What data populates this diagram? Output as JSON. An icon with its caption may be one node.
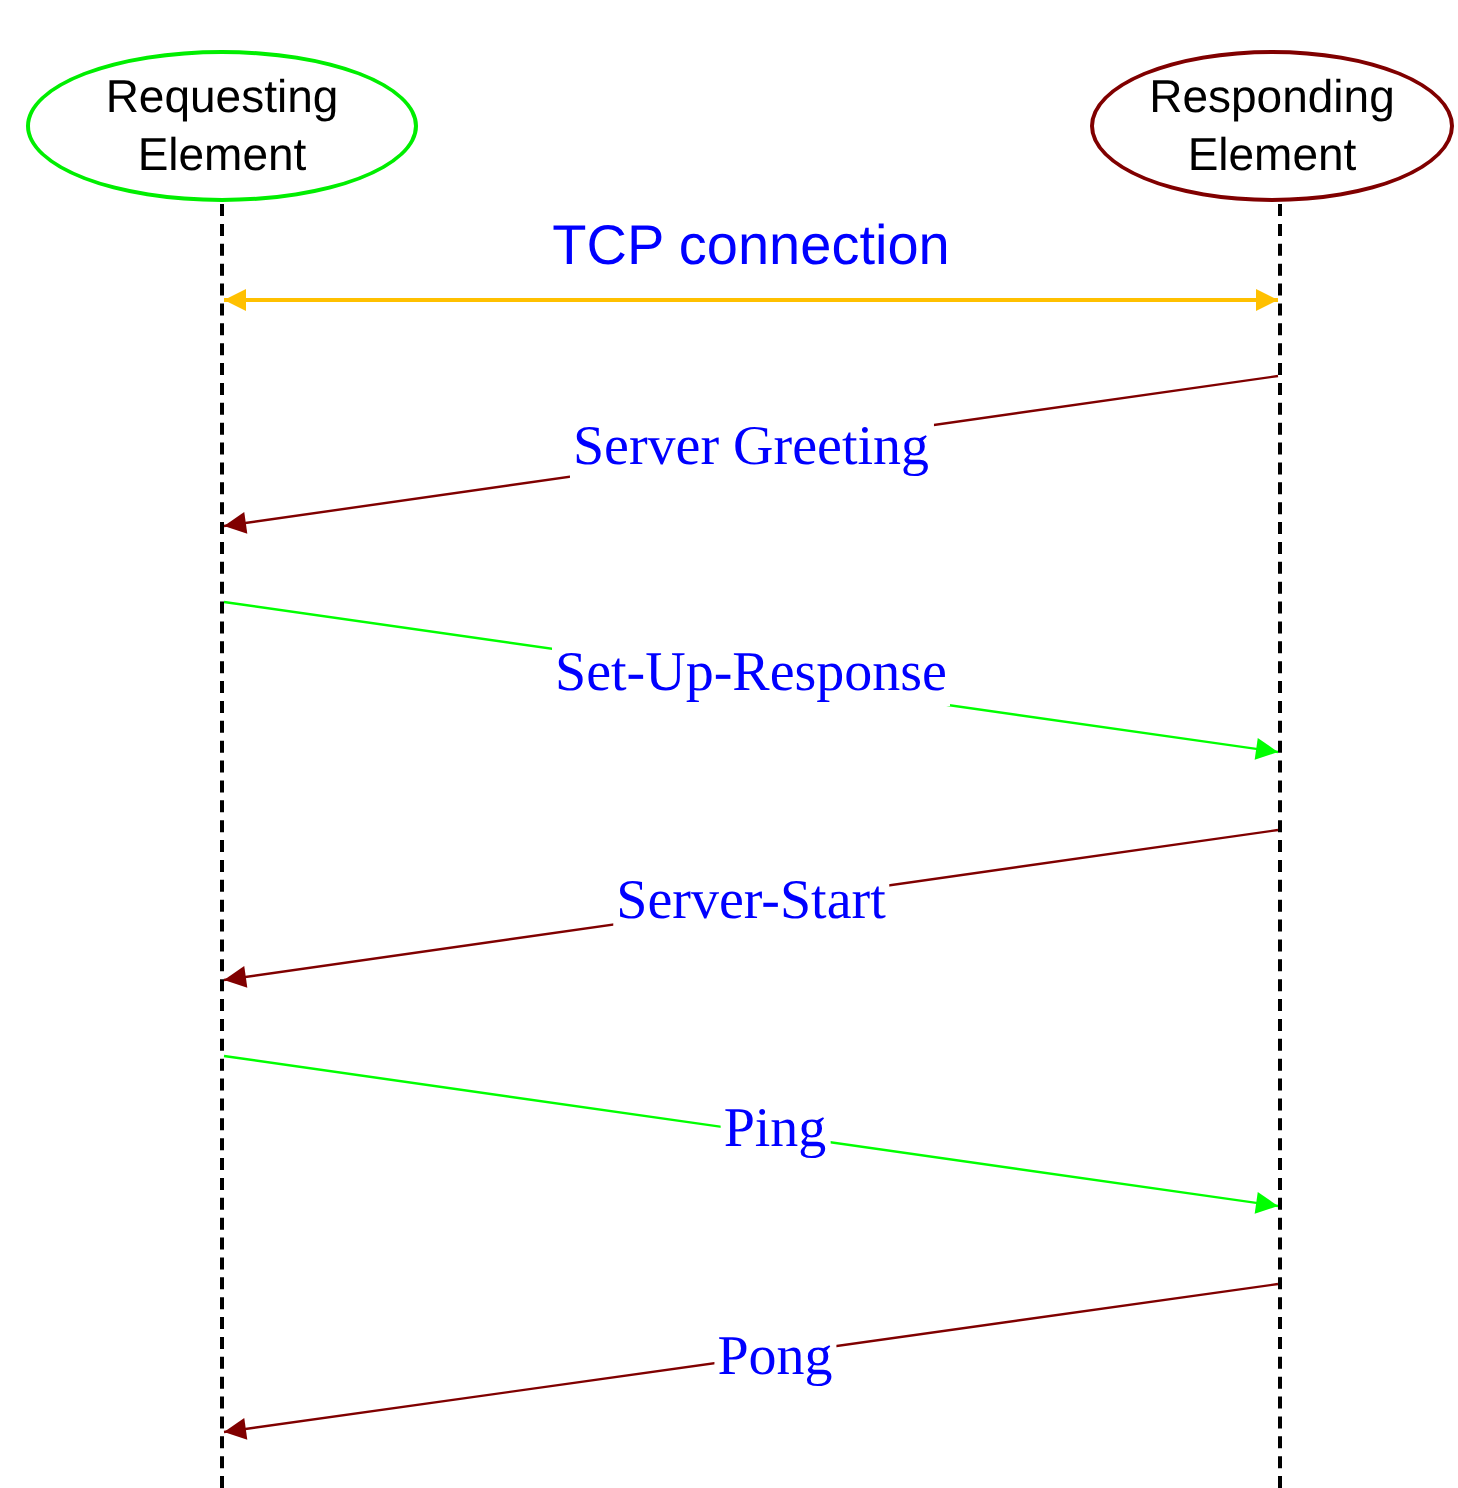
{
  "diagram": {
    "nodes": [
      {
        "text": [
          "Requesting Element"
        ]
      },
      {
        "text": [
          "Responding Element"
        ]
      },
      {
        "text": [],
        "shape": "line"
      },
      {
        "text": [],
        "shape": "line"
      }
    ],
    "edges": [
      {
        "from": 2,
        "to": 3,
        "arrow": "both",
        "label": "TCP connection",
        "color": "#ffc000"
      },
      {
        "from": 3,
        "to": 2,
        "arrow": "to",
        "label": "Server Greeting"
      },
      {
        "from": 2,
        "to": 3,
        "arrow": "to",
        "label": "Set-Up-Response",
        "color": "#00ff00"
      },
      {
        "from": 3,
        "to": 2,
        "arrow": "to",
        "label": "Server-Start"
      },
      {
        "from": 2,
        "to": 3,
        "arrow": "to",
        "label": "Ping",
        "color": "#00ff00"
      },
      {
        "from": 3,
        "to": 2,
        "arrow": "to",
        "label": "Pong"
      }
    ]
  }
}
